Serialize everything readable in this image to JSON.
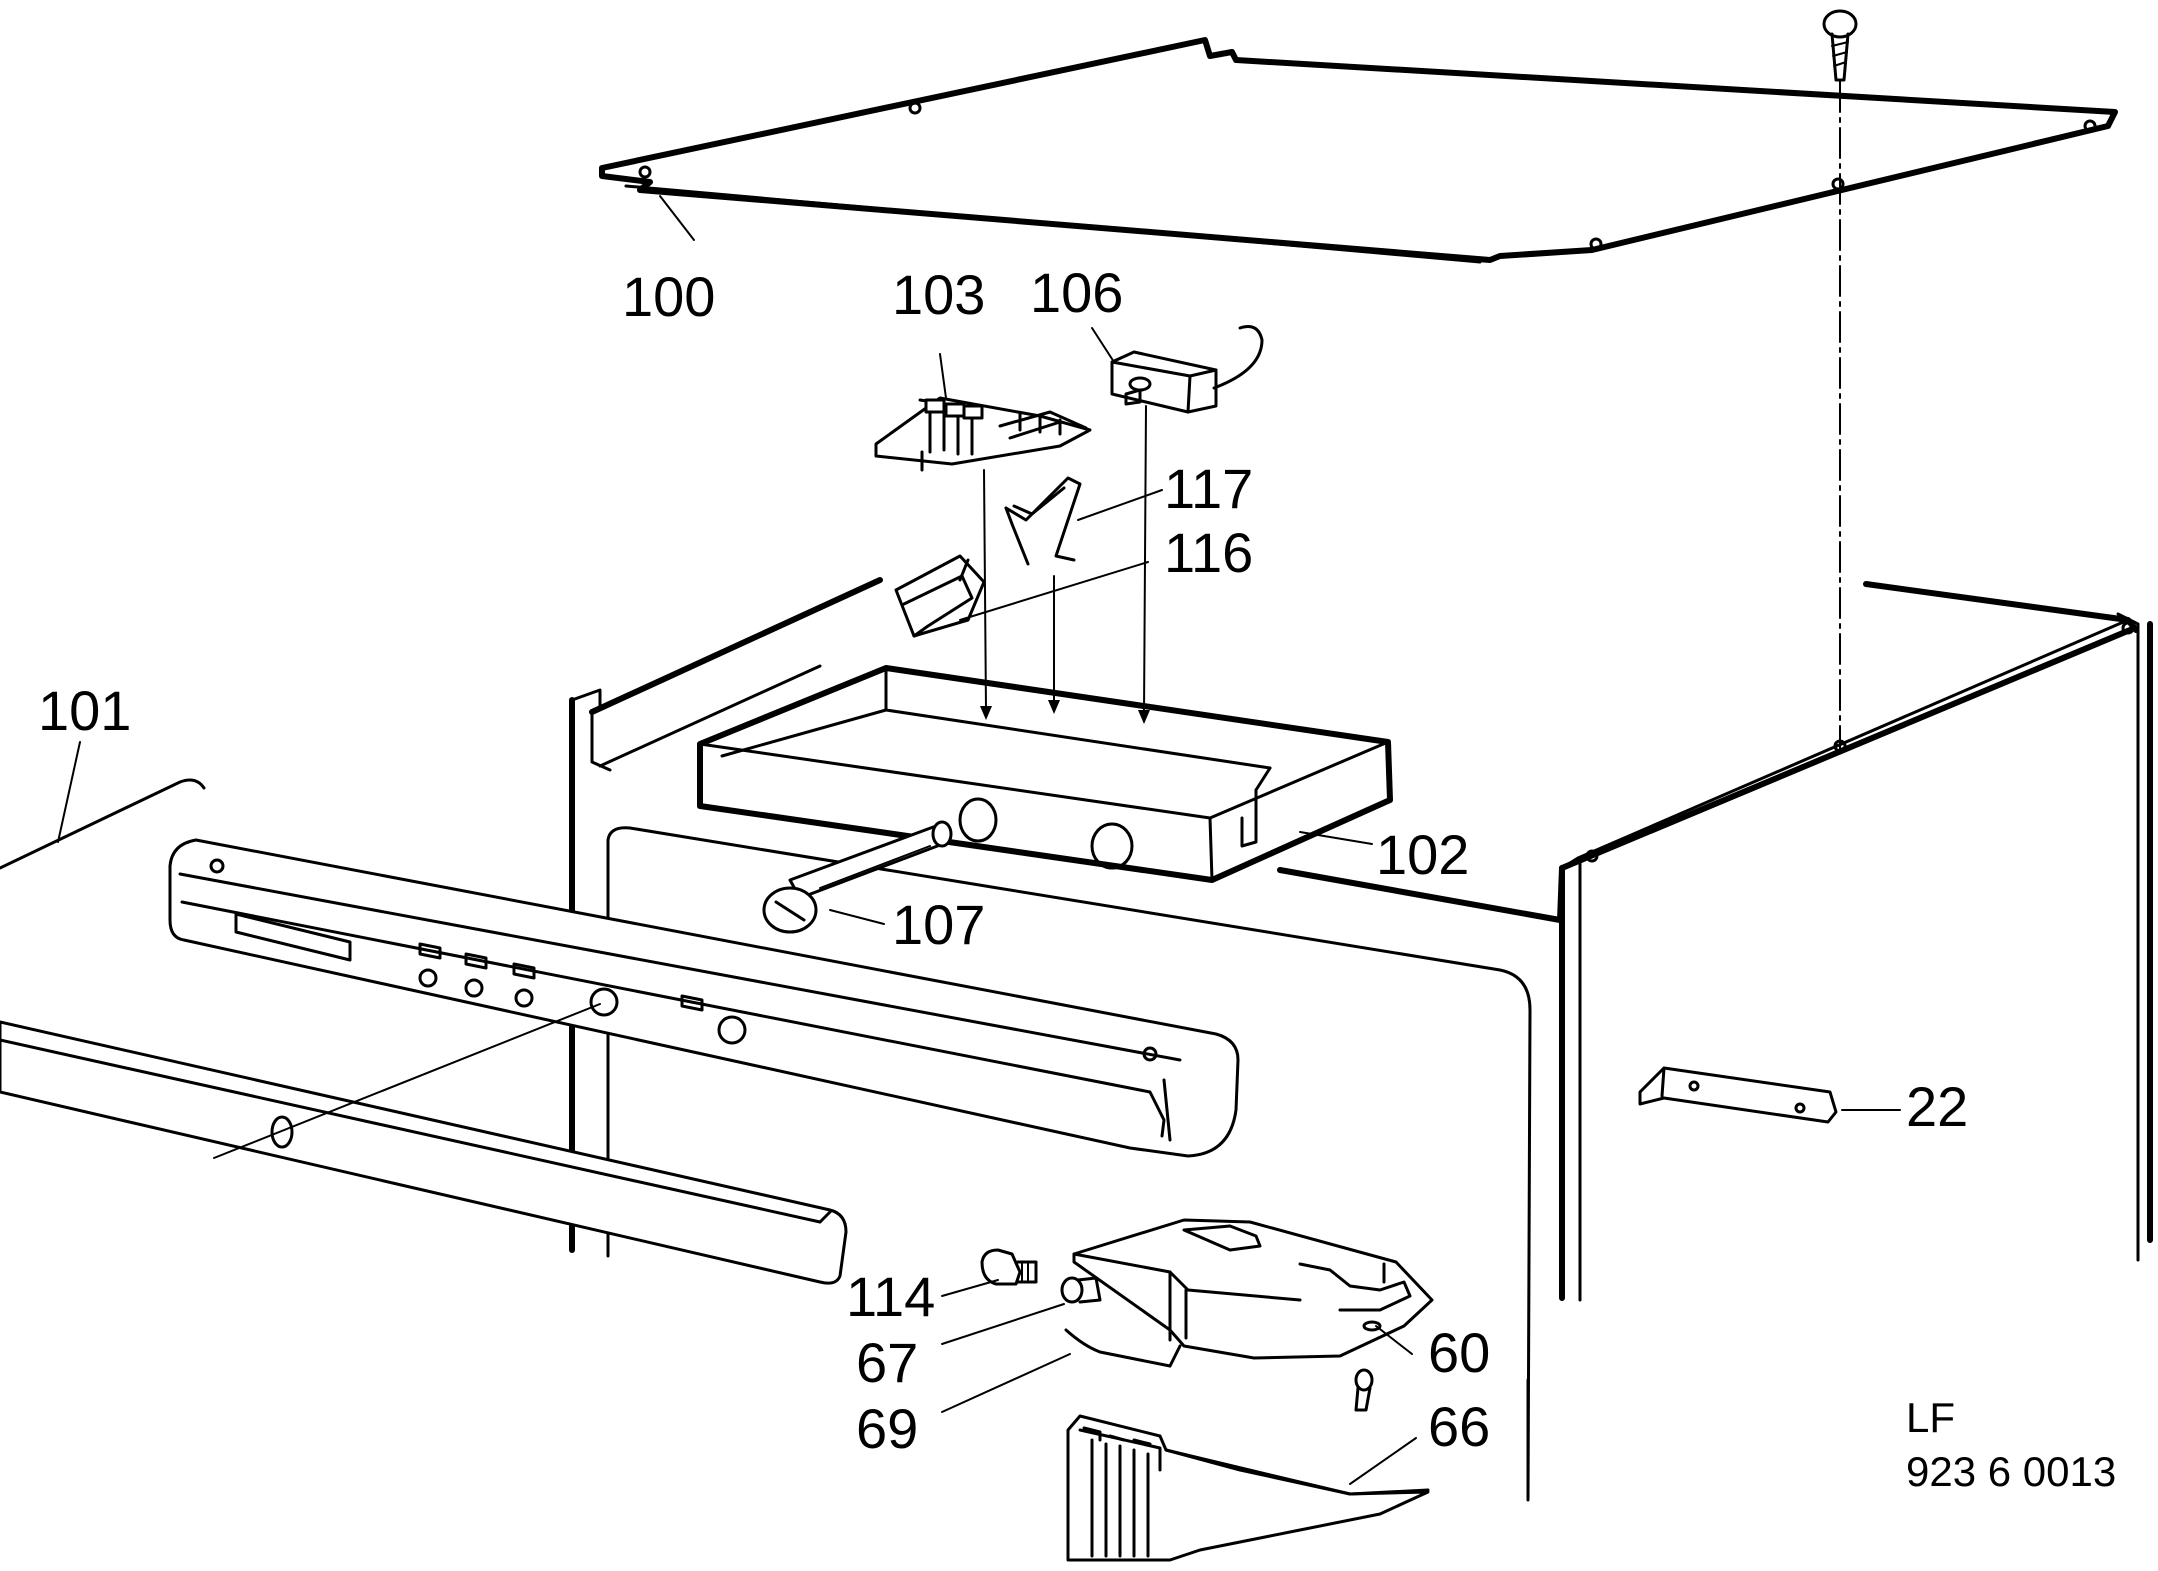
{
  "callouts": {
    "c100": "100",
    "c103": "103",
    "c106": "106",
    "c117": "117",
    "c116": "116",
    "c101": "101",
    "c102": "102",
    "c107": "107",
    "c22": "22",
    "c114": "114",
    "c67": "67",
    "c60": "60",
    "c69": "69",
    "c66": "66"
  },
  "drawing_ref": {
    "line1": "LF",
    "line2": "923 6 0013"
  }
}
